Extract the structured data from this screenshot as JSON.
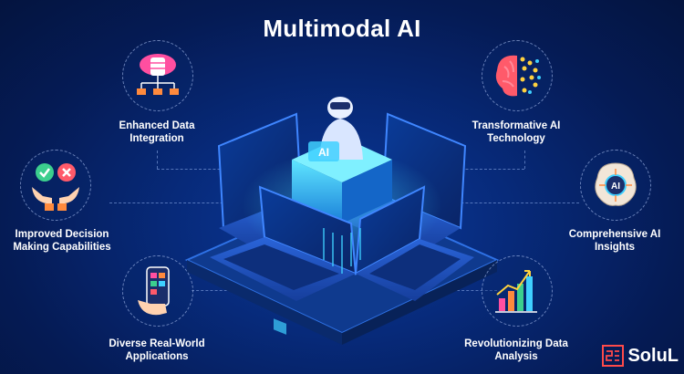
{
  "title": "Multimodal AI",
  "features": {
    "data_integration": {
      "label_line1": "Enhanced Data",
      "label_line2": "Integration",
      "icon": "cloud-database-icon"
    },
    "decision_making": {
      "label_line1": "Improved Decision",
      "label_line2": "Making Capabilities",
      "icon": "check-cross-hands-icon"
    },
    "applications": {
      "label_line1": "Diverse Real-World",
      "label_line2": "Applications",
      "icon": "smartphone-hand-icon"
    },
    "transformative": {
      "label_line1": "Transformative AI",
      "label_line2": "Technology",
      "icon": "brain-circuit-icon"
    },
    "insights": {
      "label_line1": "Comprehensive AI",
      "label_line2": "Insights",
      "icon": "ai-brain-chip-icon"
    },
    "data_analysis": {
      "label_line1": "Revolutionizing Data",
      "label_line2": "Analysis",
      "icon": "bar-chart-icon"
    }
  },
  "center": {
    "robot_badge": "AI",
    "icon": "robot-laptops-icon"
  },
  "brand": {
    "name": "SoluL",
    "logo": "solulab-logo-icon"
  },
  "colors": {
    "background": "#072a7a",
    "accent_cyan": "#3fd0ff",
    "check_green": "#3ccf8e",
    "cross_red": "#ff5a6a",
    "icon_orange": "#ff8a3d",
    "icon_pink": "#ff4fa0"
  }
}
